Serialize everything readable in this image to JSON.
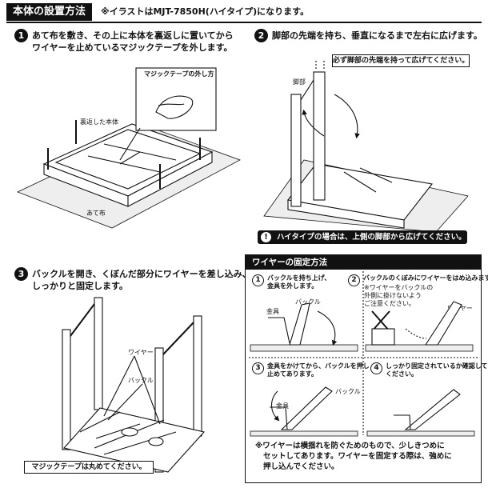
{
  "header": {
    "title": "本体の設置方法",
    "note": "※イラストはMJT-7850H(ハイタイプ)になります。"
  },
  "step1": {
    "number": "1",
    "lines": [
      "あて布を敷き、その上に本体を裏返しに置いてから",
      "ワイヤーを止めているマジックテープを外します。"
    ],
    "callout_label": "マジックテープの外し方",
    "label_body": "裏返した本体",
    "label_cloth": "あて布"
  },
  "step2": {
    "number": "2",
    "text": "脚部の先端を持ち、垂直になるまで左右に広げます。",
    "callout": "必ず脚部の先端を持って広げてください。",
    "label_leg": "脚部",
    "warning": "ハイタイプの場合は、上側の脚部から広げてください。",
    "warning_icon": "!"
  },
  "step3": {
    "number": "3",
    "lines": [
      "バックルを開き、くぼんだ部分にワイヤーを差し込み、",
      "しっかりと固定します。"
    ],
    "label_wire": "ワイヤー",
    "label_buckle": "バックル",
    "note": "マジックテープは丸めてください。"
  },
  "wire_box": {
    "title": "ワイヤーの固定方法",
    "sub1": {
      "number": "1",
      "lines": [
        "バックルを持ち上げ、",
        "金具を外します。"
      ],
      "label_buckle": "バックル",
      "label_metal": "金具"
    },
    "sub2": {
      "number": "2",
      "lines": [
        "バックルのくぼみにワイヤーをはめ込みます。"
      ],
      "small": [
        "※ワイヤーをバックルの",
        "外側に掛けないよう",
        "ご注意ください。"
      ],
      "label_wire": "ワイヤー"
    },
    "sub3": {
      "number": "3",
      "lines": [
        "金具をかけてから、バックルを押し",
        "止めてあります。"
      ],
      "label_buckle": "バックル",
      "label_metal": "金具"
    },
    "sub4": {
      "number": "4",
      "lines": [
        "しっかり固定されているか確認して",
        "ください。"
      ]
    },
    "note": [
      "※ワイヤーは横揺れを防ぐためのもので、少しきつめに",
      "セットしてあります。ワイヤーを固定する際は、強めに",
      "押し込んでください。"
    ]
  }
}
